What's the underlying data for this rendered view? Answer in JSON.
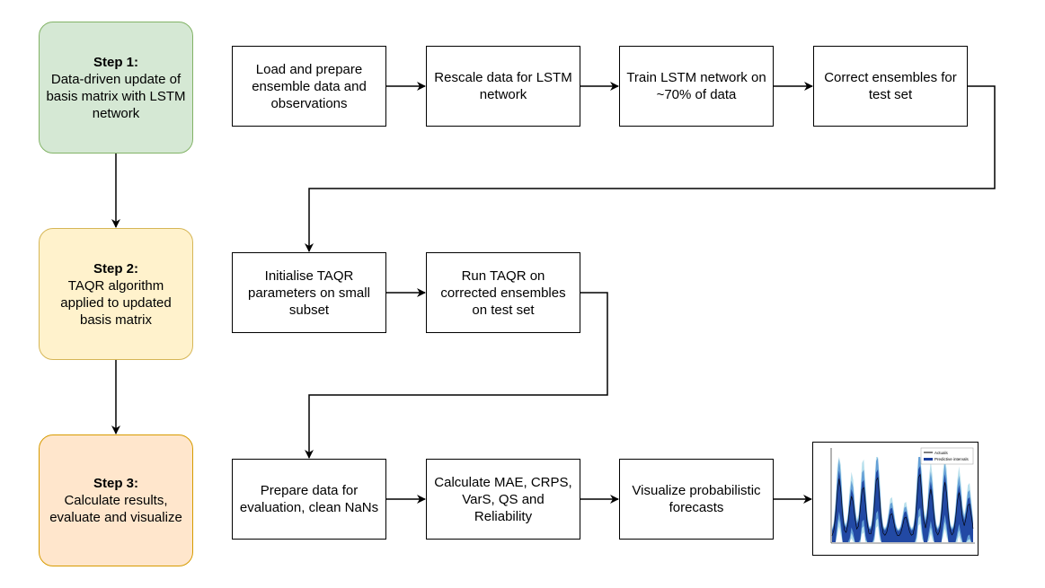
{
  "steps": [
    {
      "title": "Step 1:",
      "text": "Data-driven update of basis matrix with LSTM network",
      "fill": "#d5e8d4",
      "stroke": "#82b366"
    },
    {
      "title": "Step 2:",
      "text": "TAQR algorithm applied to updated basis matrix",
      "fill": "#fff2cc",
      "stroke": "#d6b656"
    },
    {
      "title": "Step 3:",
      "text": "Calculate results, evaluate and visualize",
      "fill": "#ffe6cc",
      "stroke": "#d79b00"
    }
  ],
  "row1": [
    "Load and prepare ensemble data and observations",
    "Rescale data for LSTM network",
    "Train LSTM network on ~70% of data",
    "Correct ensembles for test set"
  ],
  "row2": [
    "Initialise TAQR parameters on small subset",
    "Run TAQR on corrected ensembles on test set"
  ],
  "row3": [
    "Prepare data for evaluation, clean NaNs",
    "Calculate MAE, CRPS, VarS, QS and Reliability",
    "Visualize probabilistic forecasts"
  ],
  "thumbnail": {
    "legend": [
      "Actuals",
      "Predictive intervals"
    ],
    "colors": {
      "band_light": "#a8d8e8",
      "band_mid": "#4f8fd0",
      "band_dark": "#1b3f9e",
      "actuals": "#000000"
    }
  }
}
